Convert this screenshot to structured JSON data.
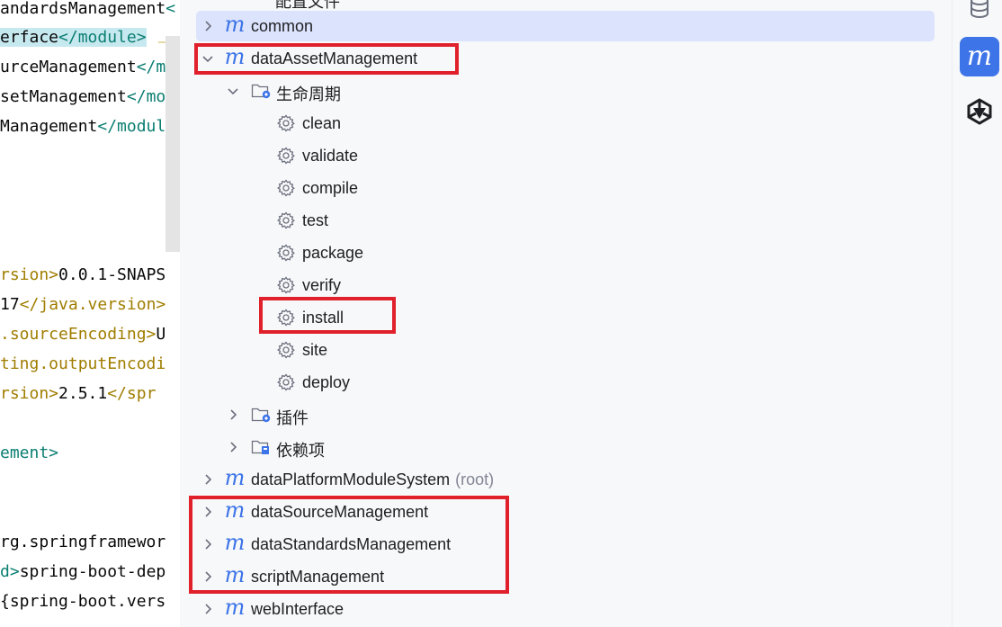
{
  "editor": {
    "lines": [
      {
        "parts": [
          {
            "t": "andardsManagement",
            "c": "txt"
          },
          {
            "t": "<",
            "c": "tag"
          }
        ]
      },
      {
        "parts": [
          {
            "t": "erface",
            "c": "txt hl"
          },
          {
            "t": "</module>",
            "c": "tag hl"
          }
        ]
      },
      {
        "parts": [
          {
            "t": "urceManagement",
            "c": "txt"
          },
          {
            "t": "</mo",
            "c": "tag"
          }
        ]
      },
      {
        "parts": [
          {
            "t": "setManagement",
            "c": "txt"
          },
          {
            "t": "</mo",
            "c": "tag"
          }
        ]
      },
      {
        "parts": [
          {
            "t": "Management",
            "c": "txt"
          },
          {
            "t": "</modul",
            "c": "tag"
          }
        ]
      },
      {
        "parts": []
      },
      {
        "parts": []
      },
      {
        "parts": []
      },
      {
        "parts": []
      },
      {
        "parts": [
          {
            "t": "rsion>",
            "c": "yellow"
          },
          {
            "t": "0.0.1-SNAPS",
            "c": "txt"
          }
        ]
      },
      {
        "parts": [
          {
            "t": "17",
            "c": "txt"
          },
          {
            "t": "</java.version>",
            "c": "yellow"
          }
        ]
      },
      {
        "parts": [
          {
            "t": ".sourceEncoding>",
            "c": "yellow"
          },
          {
            "t": "U",
            "c": "txt"
          }
        ]
      },
      {
        "parts": [
          {
            "t": "ting.outputEncodi",
            "c": "yellow"
          }
        ]
      },
      {
        "parts": [
          {
            "t": "rsion>",
            "c": "yellow"
          },
          {
            "t": "2.5.1",
            "c": "txt"
          },
          {
            "t": "</spr",
            "c": "yellow"
          }
        ]
      },
      {
        "parts": []
      },
      {
        "parts": [
          {
            "t": "ement>",
            "c": "tag"
          }
        ]
      },
      {
        "parts": []
      },
      {
        "parts": []
      },
      {
        "parts": [
          {
            "t": "rg.springframewor",
            "c": "txt"
          }
        ]
      },
      {
        "parts": [
          {
            "t": "d>",
            "c": "tag"
          },
          {
            "t": "spring-boot-dep",
            "c": "txt"
          }
        ]
      },
      {
        "parts": [
          {
            "t": "{spring-boot.vers",
            "c": "txt"
          }
        ]
      }
    ]
  },
  "tree": {
    "top_cut_label": "配置文件",
    "modules_top": [
      {
        "name": "common",
        "expanded": false,
        "selected": true
      },
      {
        "name": "dataAssetManagement",
        "expanded": true,
        "selected": false
      }
    ],
    "lifecycle_folder": "生命周期",
    "lifecycle_phases": [
      "clean",
      "validate",
      "compile",
      "test",
      "package",
      "verify",
      "install",
      "site",
      "deploy"
    ],
    "plugins_folder": "插件",
    "dependencies_folder": "依赖项",
    "modules_bottom": [
      {
        "name": "dataPlatformModuleSystem",
        "suffix": "(root)"
      },
      {
        "name": "dataSourceManagement",
        "suffix": ""
      },
      {
        "name": "dataStandardsManagement",
        "suffix": ""
      },
      {
        "name": "scriptManagement",
        "suffix": ""
      },
      {
        "name": "webInterface",
        "suffix": ""
      }
    ],
    "module_icon_glyph": "m"
  },
  "toolbar": {
    "items": [
      {
        "icon": "database-icon"
      },
      {
        "icon": "maven-icon",
        "glyph": "m",
        "active": true
      },
      {
        "icon": "ai-assistant-icon"
      }
    ]
  },
  "colors": {
    "accent": "#3d74e8",
    "selection": "#dce3fc",
    "highlight_box": "#e0202a"
  }
}
